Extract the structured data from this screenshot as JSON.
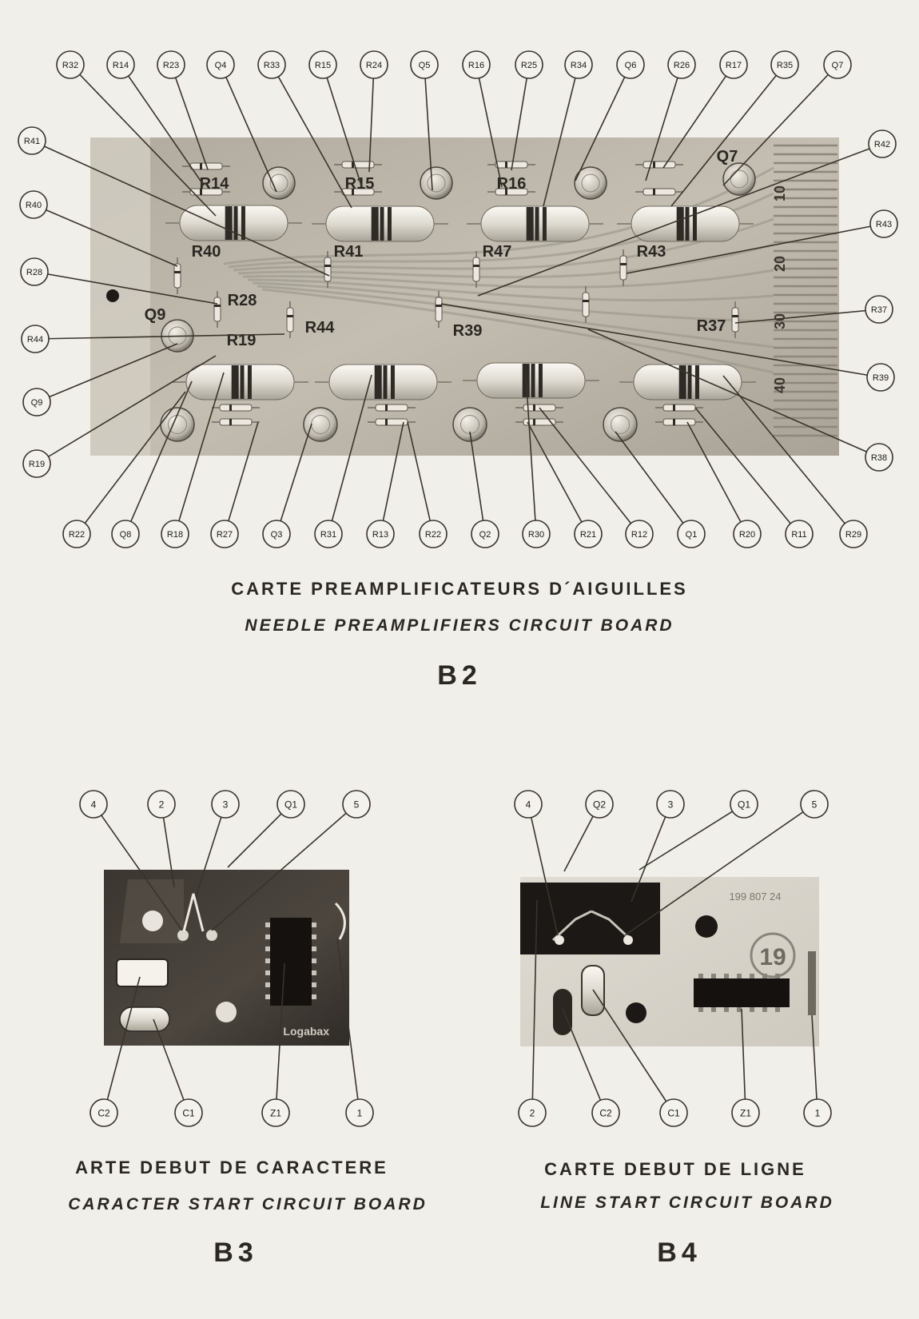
{
  "b2": {
    "title_fr": "CARTE PREAMPLIFICATEURS D´AIGUILLES",
    "title_en": "NEEDLE PREAMPLIFIERS CIRCUIT BOARD",
    "id": "B2",
    "callouts_top": [
      "R32",
      "R14",
      "R23",
      "Q4",
      "R33",
      "R15",
      "R24",
      "Q5",
      "R16",
      "R25",
      "R34",
      "Q6",
      "R26",
      "R17",
      "R35",
      "Q7"
    ],
    "callouts_left": [
      "R41",
      "R40",
      "R28",
      "R44",
      "Q9",
      "R19"
    ],
    "callouts_right": [
      "R42",
      "R43",
      "R37",
      "R39",
      "R38"
    ],
    "callouts_bottom": [
      "R22",
      "Q8",
      "R18",
      "R27",
      "Q3",
      "R31",
      "R13",
      "R22",
      "Q2",
      "R30",
      "R21",
      "R12",
      "Q1",
      "R20",
      "R11",
      "R29"
    ],
    "silkscreen": [
      "R40",
      "R41",
      "R47",
      "R43",
      "Q9",
      "R28",
      "R44",
      "R19",
      "R39",
      "R37",
      "Q7",
      "R14",
      "R15",
      "R16"
    ],
    "edge_numbers": [
      "10",
      "20",
      "30",
      "40"
    ]
  },
  "b3": {
    "title_fr": "ARTE DEBUT DE CARACTERE",
    "title_en": "CARACTER START CIRCUIT BOARD",
    "id": "B3",
    "callouts_top": [
      "4",
      "2",
      "3",
      "Q1",
      "5"
    ],
    "callouts_bottom": [
      "C2",
      "C1",
      "Z1",
      "1"
    ],
    "logo_text": "Logabax"
  },
  "b4": {
    "title_fr": "CARTE DEBUT DE LIGNE",
    "title_en": "LINE START CIRCUIT BOARD",
    "id": "B4",
    "callouts_top": [
      "4",
      "Q2",
      "3",
      "Q1",
      "5"
    ],
    "callouts_bottom": [
      "2",
      "C2",
      "C1",
      "Z1",
      "1"
    ],
    "part_text": "199 807 24",
    "badge_text": "19"
  },
  "colors": {
    "paper": "#f1efea",
    "board_light": "#b9b3a6",
    "board_dark": "#3a352f",
    "ink": "#3a332c"
  }
}
